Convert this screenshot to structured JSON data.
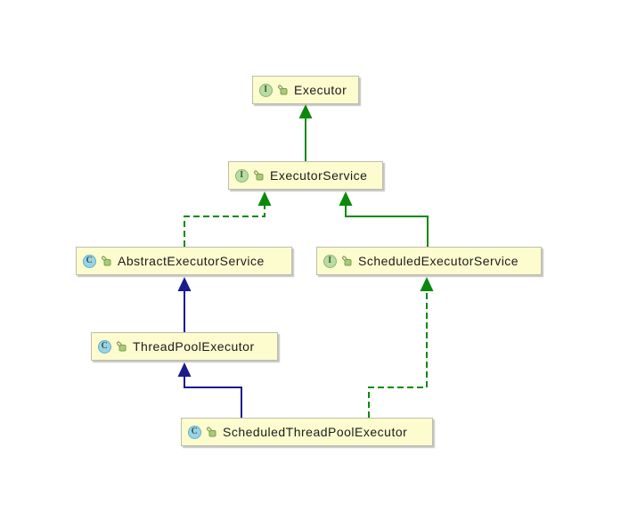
{
  "diagram": {
    "type": "uml-class-diagram",
    "nodes": [
      {
        "id": "executor",
        "label": "Executor",
        "kind": "interface",
        "icon_letter": "I"
      },
      {
        "id": "executor-service",
        "label": "ExecutorService",
        "kind": "interface",
        "icon_letter": "I"
      },
      {
        "id": "abstract-executor-service",
        "label": "AbstractExecutorService",
        "kind": "class",
        "icon_letter": "C"
      },
      {
        "id": "scheduled-executor-service",
        "label": "ScheduledExecutorService",
        "kind": "interface",
        "icon_letter": "I"
      },
      {
        "id": "thread-pool-executor",
        "label": "ThreadPoolExecutor",
        "kind": "class",
        "icon_letter": "C"
      },
      {
        "id": "scheduled-thread-pool-executor",
        "label": "ScheduledThreadPoolExecutor",
        "kind": "class",
        "icon_letter": "C"
      }
    ],
    "edges": [
      {
        "from": "ExecutorService",
        "to": "Executor",
        "relation": "extends",
        "line": "solid",
        "color": "#0B890B"
      },
      {
        "from": "AbstractExecutorService",
        "to": "ExecutorService",
        "relation": "implements",
        "line": "dashed",
        "color": "#0B890B"
      },
      {
        "from": "ScheduledExecutorService",
        "to": "ExecutorService",
        "relation": "extends",
        "line": "solid",
        "color": "#0B890B"
      },
      {
        "from": "ThreadPoolExecutor",
        "to": "AbstractExecutorService",
        "relation": "extends",
        "line": "solid",
        "color": "#1B1B8E"
      },
      {
        "from": "ScheduledThreadPoolExecutor",
        "to": "ThreadPoolExecutor",
        "relation": "extends",
        "line": "solid",
        "color": "#1B1B8E"
      },
      {
        "from": "ScheduledThreadPoolExecutor",
        "to": "ScheduledExecutorService",
        "relation": "implements",
        "line": "dashed",
        "color": "#0B890B"
      }
    ],
    "colors": {
      "canvas_background": "#FFFFFF",
      "node_background": "#FCFCCF",
      "node_border": "#BDBDAB",
      "node_text": "#1B1B1B",
      "interface_arrow_green": "#0B890B",
      "class_arrow_blue": "#1B1B8E",
      "interface_icon_fill": "#B9DBA4",
      "interface_icon_border": "#85B871",
      "class_icon_fill": "#9AD4E4",
      "class_icon_border": "#62AEC6",
      "lock_icon_green": "#A8CB73"
    }
  }
}
